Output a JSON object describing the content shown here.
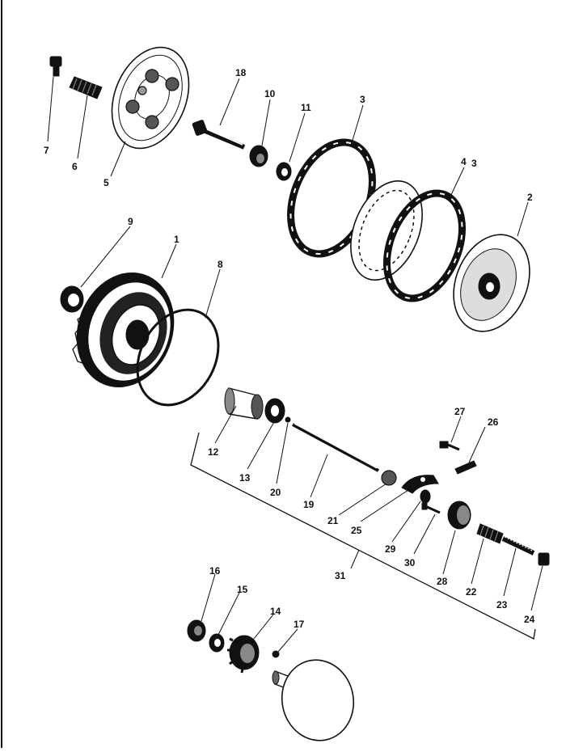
{
  "diagram": {
    "callouts": [
      {
        "id": "c1",
        "label": "1"
      },
      {
        "id": "c2",
        "label": "2"
      },
      {
        "id": "c3a",
        "label": "3"
      },
      {
        "id": "c3b",
        "label": "3"
      },
      {
        "id": "c4",
        "label": "4"
      },
      {
        "id": "c5",
        "label": "5"
      },
      {
        "id": "c6",
        "label": "6"
      },
      {
        "id": "c7",
        "label": "7"
      },
      {
        "id": "c8",
        "label": "8"
      },
      {
        "id": "c9",
        "label": "9"
      },
      {
        "id": "c10",
        "label": "10"
      },
      {
        "id": "c11",
        "label": "11"
      },
      {
        "id": "c12",
        "label": "12"
      },
      {
        "id": "c13",
        "label": "13"
      },
      {
        "id": "c14",
        "label": "14"
      },
      {
        "id": "c15",
        "label": "15"
      },
      {
        "id": "c16",
        "label": "16"
      },
      {
        "id": "c17",
        "label": "17"
      },
      {
        "id": "c18",
        "label": "18"
      },
      {
        "id": "c19",
        "label": "19"
      },
      {
        "id": "c20",
        "label": "20"
      },
      {
        "id": "c21",
        "label": "21"
      },
      {
        "id": "c22",
        "label": "22"
      },
      {
        "id": "c23",
        "label": "23"
      },
      {
        "id": "c24",
        "label": "24"
      },
      {
        "id": "c25",
        "label": "25"
      },
      {
        "id": "c26",
        "label": "26"
      },
      {
        "id": "c27",
        "label": "27"
      },
      {
        "id": "c28",
        "label": "28"
      },
      {
        "id": "c29",
        "label": "29"
      },
      {
        "id": "c30",
        "label": "30"
      },
      {
        "id": "c31",
        "label": "31"
      }
    ]
  }
}
